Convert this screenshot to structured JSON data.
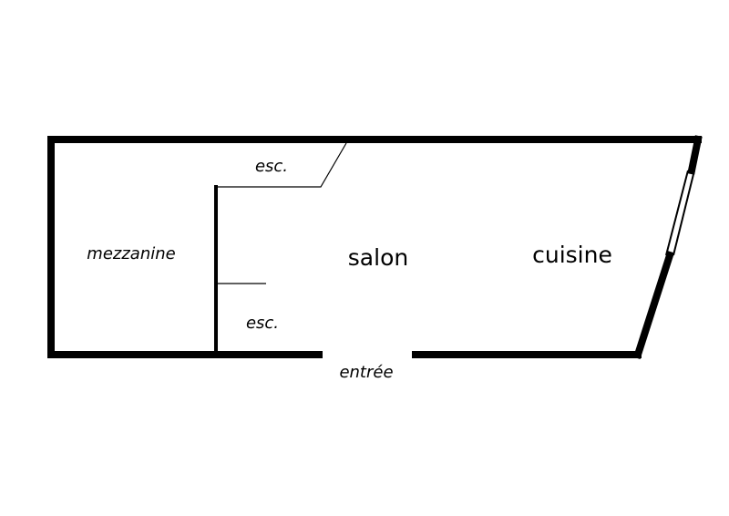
{
  "rooms": {
    "mezzanine": "mezzanine",
    "salon": "salon",
    "cuisine": "cuisine",
    "stair_top": "esc.",
    "stair_bottom": "esc.",
    "entrance": "entrée"
  },
  "colors": {
    "wall": "#000000",
    "background": "#ffffff",
    "text": "#000000"
  }
}
